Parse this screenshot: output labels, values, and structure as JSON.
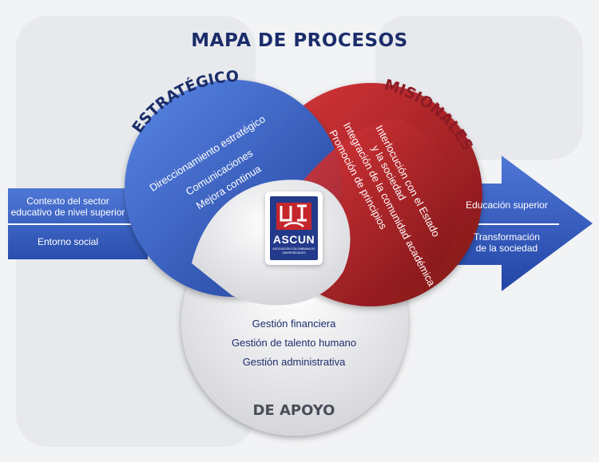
{
  "title": "MAPA DE PROCESOS",
  "sections": {
    "estrategicos": {
      "label": "ESTRATÉGICOS",
      "items": [
        "Direccionamiento estratégico",
        "Comunicaciones",
        "Mejora continua"
      ]
    },
    "misionales": {
      "label": "MISIONALES",
      "items": [
        "Interlocución con el Estado",
        "y la sociedad",
        "Integración de la comunidad académica",
        "Promoción de principios"
      ]
    },
    "apoyo": {
      "label": "DE APOYO",
      "items": [
        "Gestión financiera",
        "Gestión de talento humano",
        "Gestión administrativa"
      ]
    }
  },
  "inputs": [
    [
      "Contexto del sector",
      "educativo de nivel superior"
    ],
    [
      "Entorno social"
    ]
  ],
  "outputs": [
    [
      "Educación superior"
    ],
    [
      "Transformación",
      "de la sociedad"
    ]
  ],
  "logo": {
    "name": "ASCUN",
    "subtitle": "ASOCIACIÓN COLOMBIANA DE UNIVERSIDADES"
  },
  "colors": {
    "navy": "#1c2d6b",
    "blue": "#2f55b8",
    "red": "#b8232a",
    "maroon": "#8e1b24",
    "support_gray": "#e9e9ec",
    "arrow_blue": "#3d63c4"
  }
}
